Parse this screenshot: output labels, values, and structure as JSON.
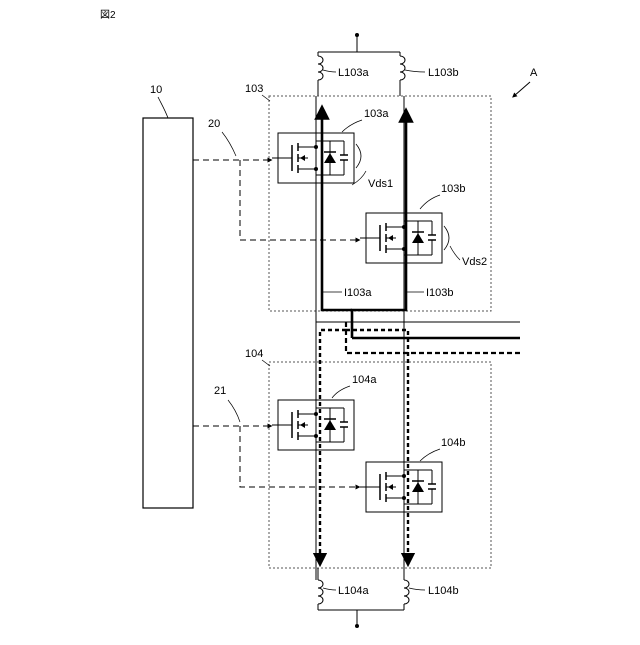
{
  "figure_label": "図2",
  "system_label": "A",
  "controller": {
    "ref": "10"
  },
  "signal_lines": {
    "upper": "20",
    "lower": "21"
  },
  "modules": {
    "upper": {
      "ref": "103",
      "switch_a": "103a",
      "switch_b": "103b"
    },
    "lower": {
      "ref": "104",
      "switch_a": "104a",
      "switch_b": "104b"
    }
  },
  "inductors": {
    "upper_a": "L103a",
    "upper_b": "L103b",
    "lower_a": "L104a",
    "lower_b": "L104b"
  },
  "voltages": {
    "vds1": "Vds1",
    "vds2": "Vds2"
  },
  "currents": {
    "i_a": "I103a",
    "i_b": "I103b"
  },
  "colors": {
    "line": "#000000",
    "box_dotted": "#555555",
    "background": "#ffffff"
  }
}
